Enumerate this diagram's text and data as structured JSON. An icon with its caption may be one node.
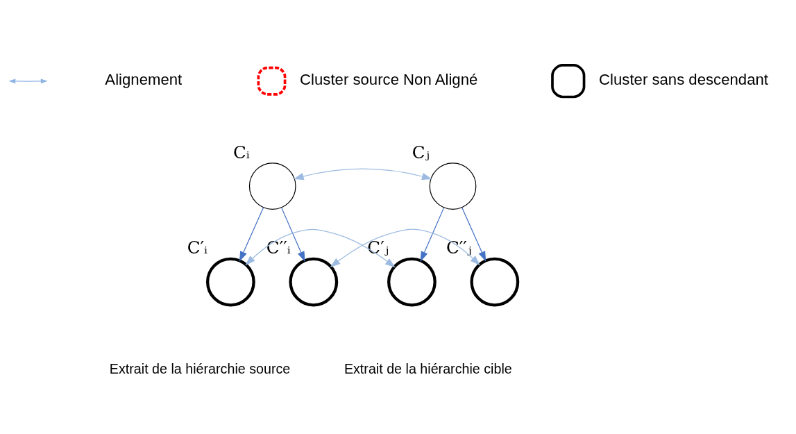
{
  "diagram": {
    "nodes": [
      {
        "text": [],
        "shape": "circle",
        "beside": [
          "Cᵢ"
        ]
      },
      {
        "text": [],
        "shape": "circle",
        "beside": [
          "Cⱼ"
        ]
      },
      {
        "text": [],
        "shape": "circle",
        "beside": [
          "C′ᵢ"
        ]
      },
      {
        "text": [],
        "shape": "circle",
        "beside": [
          "C′′ᵢ"
        ]
      },
      {
        "text": [],
        "shape": "circle",
        "beside": [
          "C′ⱼ"
        ]
      },
      {
        "text": [],
        "shape": "circle",
        "beside": [
          "C′′ⱼ"
        ]
      }
    ],
    "edges": [
      {
        "from": 0,
        "to": 1,
        "arrow": "both",
        "color": "#9dbbe0"
      },
      {
        "from": 0,
        "to": 2,
        "arrow": "to"
      },
      {
        "from": 0,
        "to": 3,
        "arrow": "to"
      },
      {
        "from": 1,
        "to": 4,
        "arrow": "to"
      },
      {
        "from": 1,
        "to": 5,
        "arrow": "to"
      },
      {
        "from": 3,
        "to": 5,
        "arrow": "both",
        "color": "#9dbbe0"
      },
      {
        "from": 2,
        "to": 4,
        "arrow": "both",
        "color": "#9dbbe0"
      }
    ],
    "labels": [
      "Extrait de la hiérarchie source",
      "Extrait de la hiérarchie cible"
    ],
    "legend": [
      {
        "text": "Alignement"
      },
      {
        "text": "Cluster source Non Aligné"
      },
      {
        "text": "Cluster sans descendant"
      }
    ]
  }
}
